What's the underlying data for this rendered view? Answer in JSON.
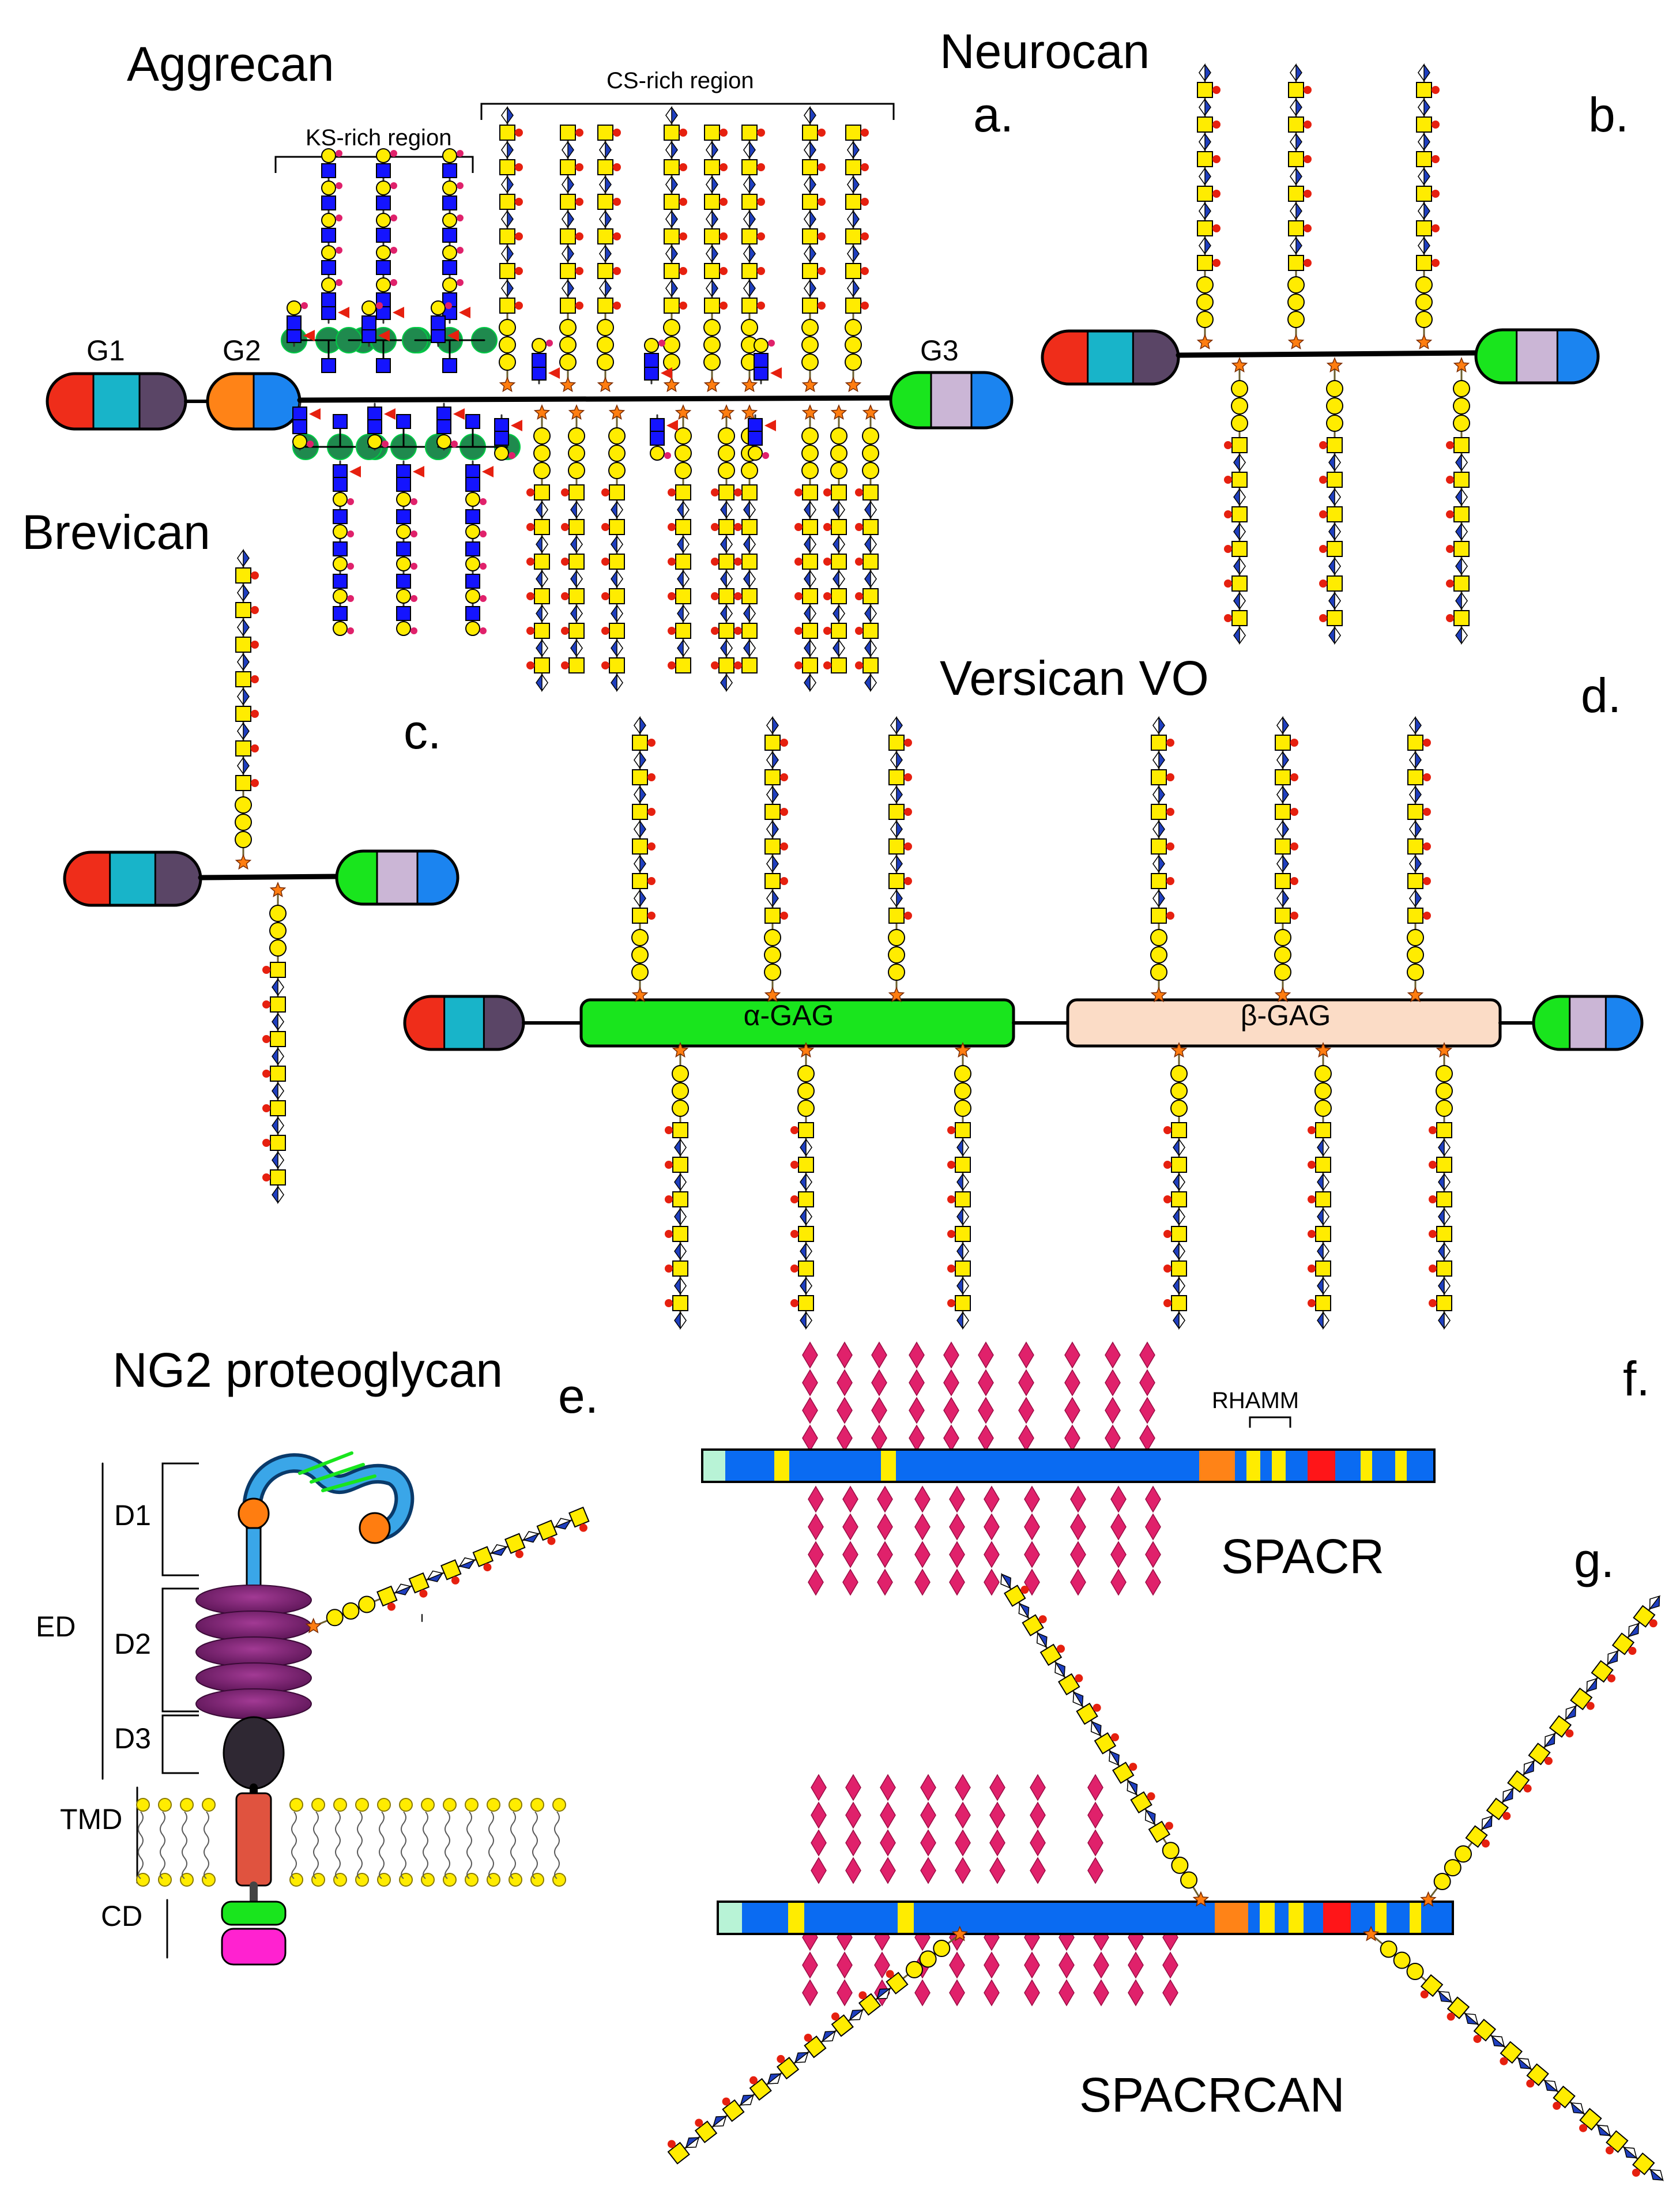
{
  "panels": {
    "a": {
      "title": "Aggrecan",
      "letter": "a.",
      "domains": {
        "g1": "G1",
        "g2": "G2",
        "g3": "G3"
      },
      "regions": {
        "ks": "KS-rich region",
        "cs": "CS-rich region"
      }
    },
    "b": {
      "title": "Neurocan",
      "letter": "b."
    },
    "c": {
      "title": "Brevican",
      "letter": "c."
    },
    "d": {
      "title": "Versican VO",
      "letter": "d.",
      "alpha": "α-GAG",
      "beta": "β-GAG"
    },
    "e": {
      "title": "NG2 proteoglycan",
      "letter": "e.",
      "domains": {
        "d1": "D1",
        "d2": "D2",
        "d3": "D3",
        "ed": "ED",
        "tmd": "TMD",
        "cd": "CD"
      }
    },
    "f": {
      "letter": "f.",
      "name": "SPACR",
      "motif": "RHAMM"
    },
    "g": {
      "letter": "g.",
      "name": "SPACRCAN"
    }
  },
  "colors": {
    "red": "#ef2d1a",
    "cyan": "#18b4c9",
    "plum": "#5a4566",
    "orange": "#ff8317",
    "blue": "#1b84f0",
    "green": "#19e51d",
    "lilac": "#cbb6d6",
    "gag_yellow": "#ffec00",
    "gag_blue": "#1f3fbf",
    "fucose": "#e6200f",
    "ks_blue": "#1414ff",
    "ks_green": "#1f8a4e",
    "pink": "#e0216b",
    "peach": "#fbdcc6",
    "core_blue": "#0a6bf2",
    "mint": "#b8f3d6",
    "rhamm_red": "#ff1518",
    "purple": "#7a1f6e",
    "magenta": "#ff22d0",
    "ng2_orange": "#ff7d10",
    "ng2_blue": "#3aa6e8",
    "ng2_tm": "#e0533f"
  }
}
